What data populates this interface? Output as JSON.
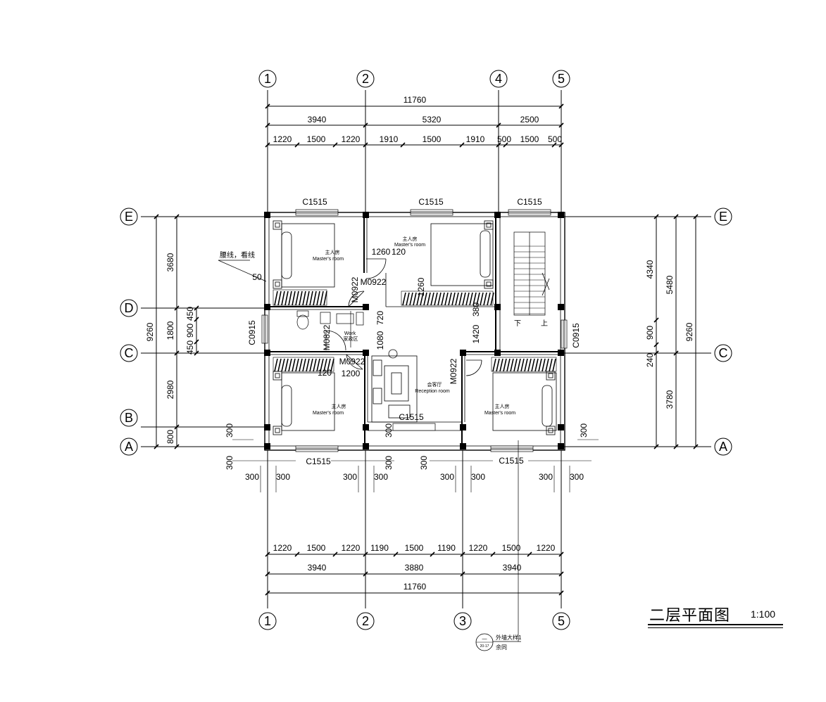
{
  "drawing": {
    "title": "二层平面图",
    "scale": "1:100"
  },
  "axes": {
    "top": [
      "1",
      "2",
      "4",
      "5"
    ],
    "bottom": [
      "1",
      "2",
      "3",
      "5"
    ],
    "left": [
      "E",
      "D",
      "C",
      "B",
      "A"
    ],
    "right": [
      "E",
      "C",
      "A"
    ]
  },
  "dimensions": {
    "top_total": "11760",
    "top_mid": [
      "3940",
      "5320",
      "2500"
    ],
    "top_detail": [
      "1220",
      "1500",
      "1220",
      "1910",
      "1500",
      "1910",
      "500",
      "1500",
      "500"
    ],
    "bottom_detail": [
      "1220",
      "1500",
      "1220",
      "1190",
      "1500",
      "1190",
      "1220",
      "1500",
      "1220"
    ],
    "bottom_mid": [
      "3940",
      "3880",
      "3940"
    ],
    "bottom_total": "11760",
    "left_outer": "9260",
    "left_inner": [
      "3680",
      "1800",
      "2980",
      "800"
    ],
    "left_small": [
      "450",
      "900",
      "450"
    ],
    "right_outer": "9260",
    "right_mid": [
      "5480",
      "3780"
    ],
    "right_inner": [
      "4340",
      "900",
      "240"
    ],
    "pier": [
      "300",
      "300",
      "300",
      "300",
      "300",
      "300",
      "300",
      "300"
    ],
    "pier_vertical": [
      "300",
      "300",
      "300",
      "300",
      "300",
      "300"
    ]
  },
  "rooms": {
    "master_label_cn": "主人房",
    "master_label_en": "Master's room",
    "work_label_en": "Work",
    "work_label_cn": "家政区",
    "reception_label_cn": "会客厅",
    "reception_label_en": "Reception room",
    "stair_down": "下",
    "stair_up": "上"
  },
  "windows": {
    "c1515": "C1515",
    "c0915": "C0915"
  },
  "doors": {
    "m0922": "M0922",
    "m0822": "M0822"
  },
  "annotations": {
    "waist_line": "腰线，看线",
    "dim_50_120": "50",
    "dim_120": "120",
    "dim_1260": "1260",
    "dim_720": "720",
    "dim_1080": "1080",
    "dim_1420": "1420",
    "dim_380": "380",
    "dim_1200": "1200",
    "dim_120b": "120"
  },
  "detail_callout": {
    "top": "—",
    "bottom": "20-17",
    "text1": "外墙大样1",
    "text2": "余同"
  }
}
